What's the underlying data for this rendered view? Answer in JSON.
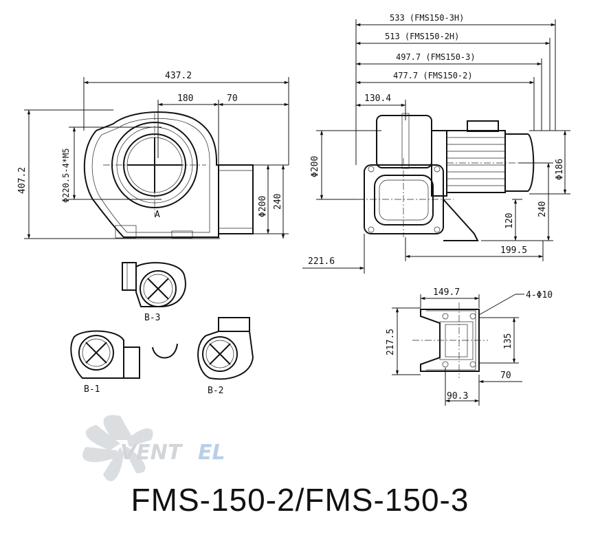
{
  "title": "FMS-150-2/FMS-150-3",
  "logo": {
    "text": "VENTEL"
  },
  "front_view": {
    "overall_width": "437.2",
    "offset_180": "180",
    "offset_70": "70",
    "height": "407.2",
    "bolt_circle": "Φ220.5-4*M5",
    "outlet_diameter": "Φ200",
    "outlet_height": "240",
    "marker": "A"
  },
  "side_view": {
    "len_3h": "533 (FMS150-3H)",
    "len_2h": "513 (FMS150-2H)",
    "len_3": "497.7 (FMS150-3)",
    "len_2": "477.7 (FMS150-2)",
    "inlet_depth": "130.4",
    "inlet_diameter": "Φ200",
    "motor_diameter": "Φ186",
    "dim_120": "120",
    "dim_240": "240",
    "dim_199_5": "199.5",
    "dim_221_6": "221.6"
  },
  "base_view": {
    "width": "149.7",
    "holes": "4-Φ10",
    "height": "217.5",
    "hole_spacing": "135",
    "dim_70": "70",
    "dim_90_3": "90.3"
  },
  "orientations": {
    "b3": "B-3",
    "b1": "B-1",
    "b2": "B-2"
  }
}
